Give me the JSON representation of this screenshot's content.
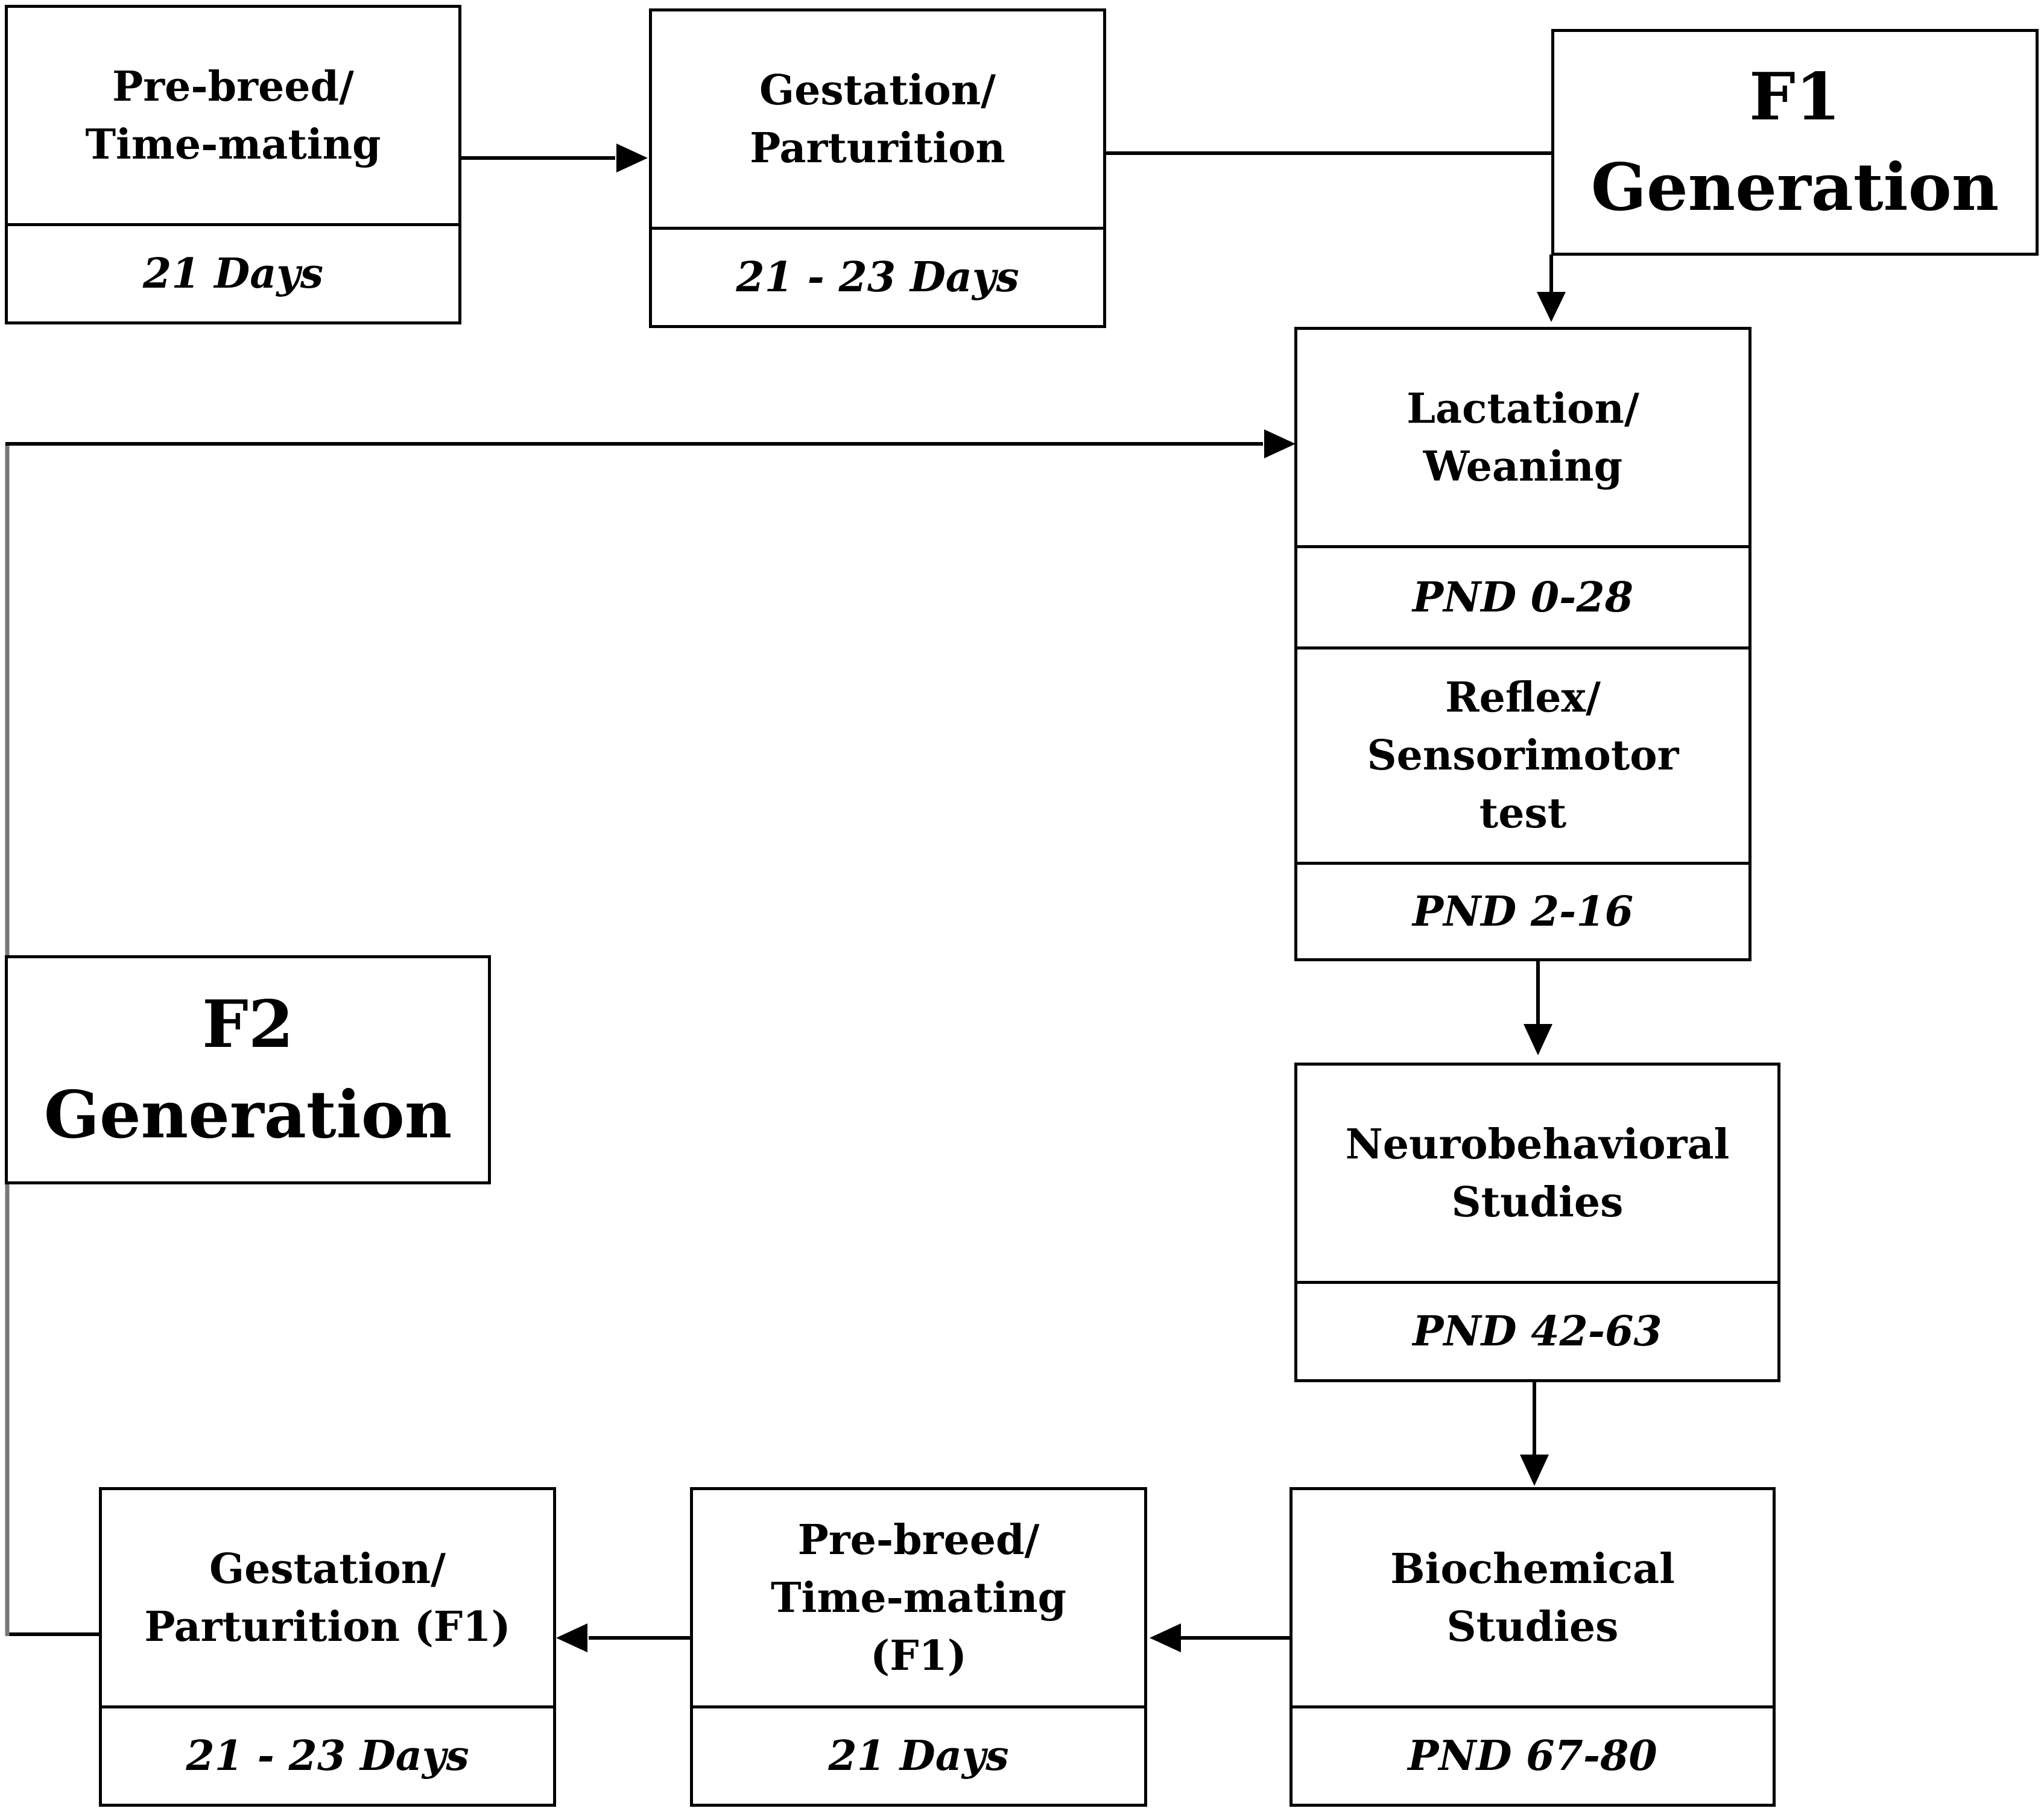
{
  "colors": {
    "line": "#000000",
    "left_rail": "#777777",
    "background": "#ffffff"
  },
  "generations": {
    "f1": "F1\nGeneration",
    "f2": "F2\nGeneration"
  },
  "stages": {
    "prebreed": {
      "title": "Pre-breed/\nTime-mating",
      "duration": "21 Days"
    },
    "gestation": {
      "title": "Gestation/\nParturition",
      "duration": "21 - 23 Days"
    },
    "lactation": {
      "title": "Lactation/\nWeaning",
      "duration": "PND 0-28"
    },
    "reflex": {
      "title": "Reflex/\nSensorimotor\ntest",
      "duration": "PND 2-16"
    },
    "neuro": {
      "title": "Neurobehavioral\nStudies",
      "duration": "PND 42-63"
    },
    "biochem": {
      "title": "Biochemical\nStudies",
      "duration": "PND 67-80"
    },
    "prebreed_f1": {
      "title": "Pre-breed/\nTime-mating\n(F1)",
      "duration": "21 Days"
    },
    "gestation_f1": {
      "title": "Gestation/\nParturition (F1)",
      "duration": "21 - 23 Days"
    }
  }
}
